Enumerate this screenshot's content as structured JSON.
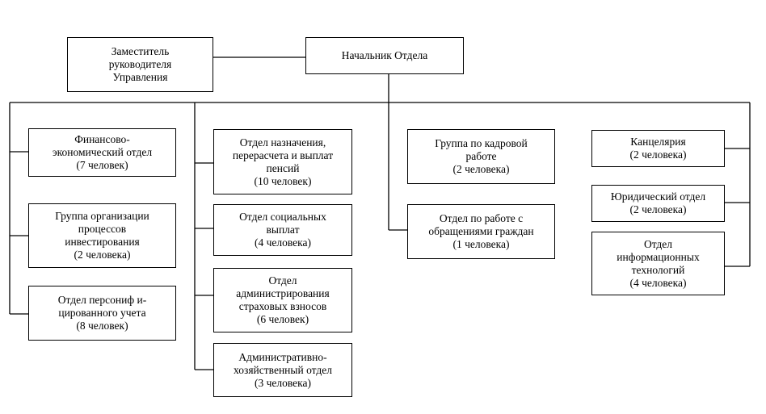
{
  "nodes": {
    "deputy": [
      "Заместитель",
      "руководителя",
      "Управления"
    ],
    "head": [
      "Начальник Отдела"
    ],
    "fin": [
      "Финансово-",
      "экономический отдел",
      "(7 человек)"
    ],
    "invest": [
      "Группа организации",
      "процессов",
      "инвестирования",
      "(2 человека)"
    ],
    "personal": [
      "Отдел персониф и-",
      "цированного учета",
      "(8 человек)"
    ],
    "pension": [
      "Отдел назначения,",
      "перерасчета и выплат",
      "пенсий",
      "(10 человек)"
    ],
    "social": [
      "Отдел социальных",
      "выплат",
      "(4 человека)"
    ],
    "insurance": [
      "Отдел",
      "администрирования",
      "страховых взносов",
      "(6 человек)"
    ],
    "admin": [
      "Административно-",
      "хозяйственный отдел",
      "(3 человека)"
    ],
    "hr": [
      "Группа по кадровой",
      "работе",
      "(2 человека)"
    ],
    "citizens": [
      "Отдел по работе с",
      "обращениями граждан",
      "(1 человека)"
    ],
    "office": [
      "Канцелярия",
      "(2 человека)"
    ],
    "legal": [
      "Юридический отдел",
      "(2 человека)"
    ],
    "it": [
      "Отдел",
      "информационных",
      "технологий",
      "(4 человека)"
    ]
  }
}
